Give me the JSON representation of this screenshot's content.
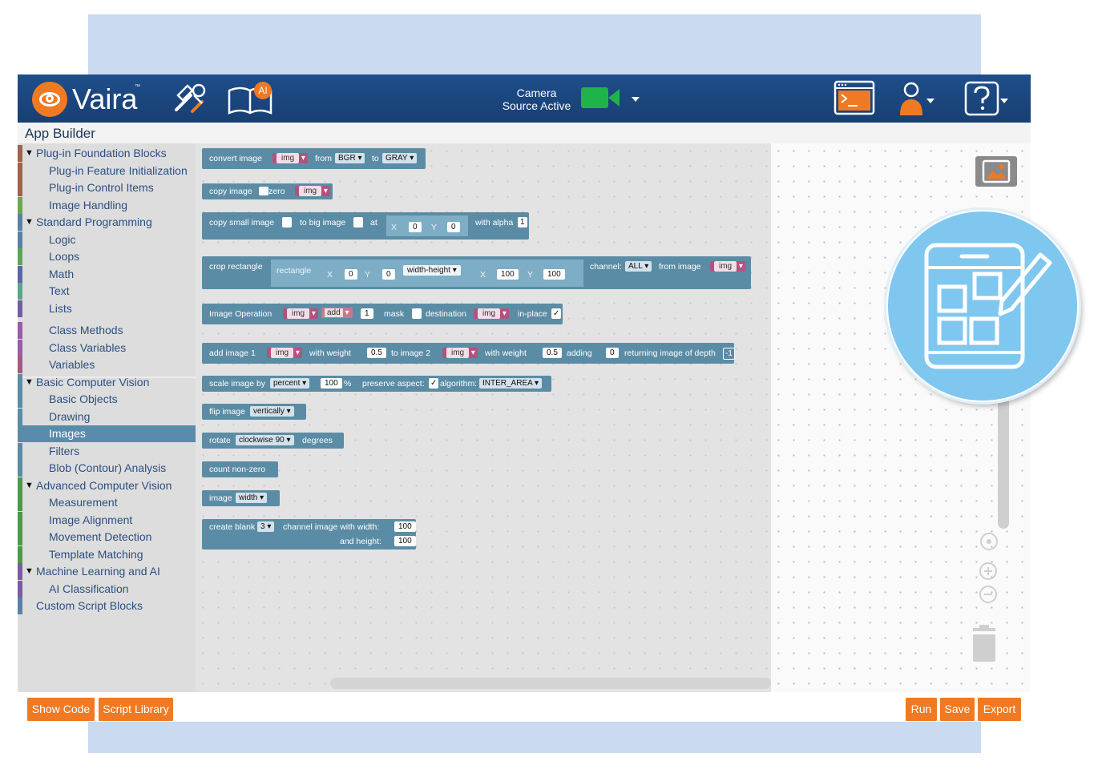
{
  "brand": {
    "name": "Vaira",
    "tm": "™"
  },
  "topbar": {
    "camera_line1": "Camera",
    "camera_line2": "Source Active",
    "ai_badge": "AI"
  },
  "app_title": "App Builder",
  "sidebar": {
    "items": [
      {
        "label": "Plug-in Foundation Blocks",
        "level": 0,
        "expanded": true,
        "color": "#a0624b"
      },
      {
        "label": "Plug-in Feature Initialization",
        "level": 1,
        "color": "#a0624b"
      },
      {
        "label": "Plug-in Control Items",
        "level": 1,
        "color": "#a0624b"
      },
      {
        "label": "Image Handling",
        "level": 1,
        "color": "#6aa84f"
      },
      {
        "label": "Standard Programming",
        "level": 0,
        "expanded": true,
        "color": "#5b80a5"
      },
      {
        "label": "Logic",
        "level": 1,
        "color": "#5b80a5"
      },
      {
        "label": "Loops",
        "level": 1,
        "color": "#5ba55b"
      },
      {
        "label": "Math",
        "level": 1,
        "color": "#5b67a5"
      },
      {
        "label": "Text",
        "level": 1,
        "color": "#5ba58c"
      },
      {
        "label": "Lists",
        "level": 1,
        "color": "#745ba5"
      },
      {
        "label": "Class Methods",
        "level": 1,
        "color": "#9a5ca6"
      },
      {
        "label": "Class Variables",
        "level": 1,
        "color": "#9a5ca6"
      },
      {
        "label": "Variables",
        "level": 1,
        "color": "#a55b80"
      },
      {
        "label": "Basic Computer Vision",
        "level": 0,
        "expanded": true,
        "color": "#5b8ca6"
      },
      {
        "label": "Basic Objects",
        "level": 1,
        "color": "#5b8ca6"
      },
      {
        "label": "Drawing",
        "level": 1,
        "color": "#5b8ca6"
      },
      {
        "label": "Images",
        "level": 1,
        "color": "#5b8ca6",
        "selected": true
      },
      {
        "label": "Filters",
        "level": 1,
        "color": "#5b8ca6"
      },
      {
        "label": "Blob (Contour) Analysis",
        "level": 1,
        "color": "#5b8ca6"
      },
      {
        "label": "Advanced Computer Vision",
        "level": 0,
        "expanded": true,
        "color": "#4a9a4a"
      },
      {
        "label": "Measurement",
        "level": 1,
        "color": "#4a9a4a"
      },
      {
        "label": "Image Alignment",
        "level": 1,
        "color": "#4a9a4a"
      },
      {
        "label": "Movement Detection",
        "level": 1,
        "color": "#4a9a4a"
      },
      {
        "label": "Template Matching",
        "level": 1,
        "color": "#4a9a4a"
      },
      {
        "label": "Machine Learning and AI",
        "level": 0,
        "expanded": true,
        "color": "#7a5ba5"
      },
      {
        "label": "AI Classification",
        "level": 1,
        "color": "#7a5ba5"
      },
      {
        "label": "Custom Script Blocks",
        "level": 0,
        "color": "#5b80a5"
      }
    ]
  },
  "blocks": {
    "b1": {
      "t1": "convert image",
      "img": "img",
      "t2": "from",
      "from": "BGR",
      "t3": "to",
      "to": "GRAY"
    },
    "b2": {
      "t1": "copy image",
      "t2": "zero",
      "img": "img"
    },
    "b3": {
      "t1": "copy small image",
      "t2": "to big image",
      "t3": "at",
      "xl": "X",
      "x": "0",
      "yl": "Y",
      "y": "0",
      "t4": "with alpha",
      "alpha": "1"
    },
    "b4": {
      "t1": "crop rectangle",
      "rect": "rectangle",
      "xl": "X",
      "x": "0",
      "yl": "Y",
      "y": "0",
      "mode": "width-height",
      "x2l": "X",
      "x2": "100",
      "y2l": "Y",
      "y2": "100",
      "t2": "channel:",
      "ch": "ALL",
      "t3": "from image",
      "img": "img"
    },
    "b5": {
      "t1": "Image Operation",
      "img": "img",
      "op": "add",
      "val": "1",
      "t2": "mask",
      "t3": "destination",
      "img2": "img",
      "t4": "in-place",
      "check": "✓"
    },
    "b6": {
      "t1": "add image 1",
      "img": "img",
      "t2": "with weight",
      "w1": "0.5",
      "t3": "to image 2",
      "img2": "img",
      "t4": "with weight",
      "w2": "0.5",
      "t5": "adding",
      "add": "0",
      "t6": "returning image of depth",
      "depth": "-1"
    },
    "b7": {
      "t1": "scale image by",
      "mode": "percent",
      "val": "100",
      "t2": "%",
      "t3": "preserve aspect:",
      "check": "✓",
      "t4": "algorithm:",
      "alg": "INTER_AREA"
    },
    "b8": {
      "t1": "flip image",
      "mode": "vertically"
    },
    "b9": {
      "t1": "rotate",
      "mode": "clockwise 90",
      "t2": "degrees"
    },
    "b10": {
      "t1": "count non-zero"
    },
    "b11": {
      "t1": "image",
      "mode": "width"
    },
    "b12": {
      "t1": "create blank",
      "ch": "3",
      "t2": "channel image with width:",
      "w": "100",
      "t3": "and height:",
      "h": "100"
    }
  },
  "buttons": {
    "show_code": "Show Code",
    "script_library": "Script Library",
    "run": "Run",
    "save": "Save",
    "export": "Export"
  },
  "colors": {
    "topbar": "#1f4e8a",
    "accent_orange": "#ef7a23",
    "block_blue": "#5b8ca6",
    "camera_green": "#1fb34a",
    "badge_circle": "#7fc7ef"
  },
  "icons": [
    "eye-logo-icon",
    "tools-icon",
    "ai-book-icon",
    "video-camera-icon",
    "terminal-icon",
    "user-icon",
    "help-icon",
    "image-icon",
    "app-builder-icon",
    "recenter-icon",
    "zoom-in-icon",
    "zoom-out-icon",
    "trash-icon"
  ]
}
